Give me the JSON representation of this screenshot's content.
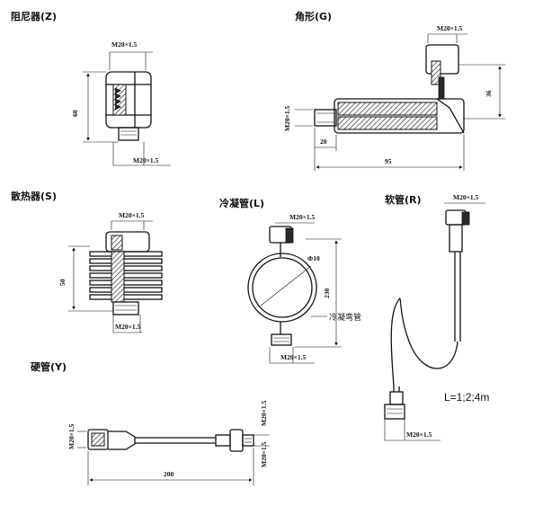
{
  "sections": {
    "damper": {
      "title": "阻尼器(Z)",
      "thread_top": "M20×1.5",
      "thread_bottom": "M20×1.5",
      "height": "60"
    },
    "angle": {
      "title": "角形(G)",
      "thread": "M20×1.5",
      "side_thread": "M20×1.5",
      "height": "36",
      "width_small": "20",
      "width_total": "95"
    },
    "radiator": {
      "title": "散热器(S)",
      "thread_top": "M20×1.5",
      "thread_bottom": "M20×1.5",
      "height": "50"
    },
    "condenser": {
      "title": "冷凝管(L)",
      "thread_top": "M20×1.5",
      "thread_bottom": "M20×1.5",
      "diameter": "Φ10",
      "height": "230",
      "callout": "冷凝弯管"
    },
    "soft": {
      "title": "软管(R)",
      "thread_top": "M20×1.5",
      "thread_bottom": "M20×1.5",
      "length": "L=1;2;4m"
    },
    "hard": {
      "title": "硬管(Y)",
      "thread_left": "M20×1.5",
      "thread_right_a": "M20×1.5",
      "thread_right_b": "M20×1.5",
      "length": "200"
    }
  }
}
